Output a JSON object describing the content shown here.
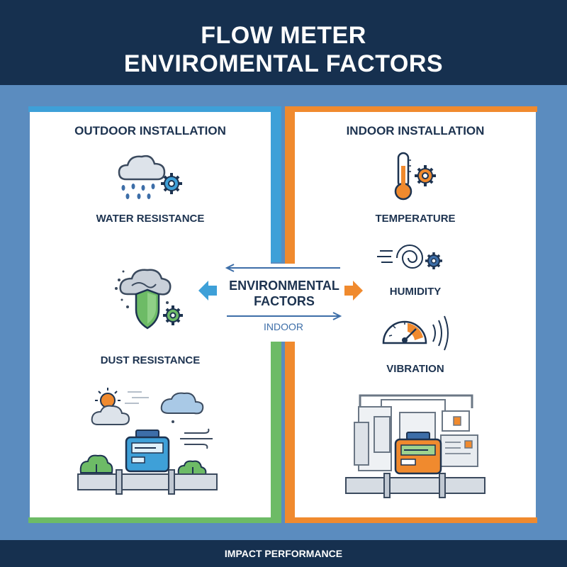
{
  "title_line1": "FLOW METER",
  "title_line2": "ENVIROMENTAL FACTORS",
  "outdoor": {
    "title": "OUTDOOR INSTALLATION",
    "water": "WATER RESISTANCE",
    "dust": "DUST RESISTANCE"
  },
  "indoor": {
    "title": "INDOOR INSTALLATION",
    "temperature": "TEMPERATURE",
    "humidity": "HUMIDITY",
    "vibration": "VIBRATION"
  },
  "center": {
    "line1": "ENVIRONMENTAL",
    "line2": "FACTORS",
    "sub": "INDOOR"
  },
  "footer": "IMPACT PERFORMANCE",
  "colors": {
    "navy": "#16304f",
    "outdoor_accent": "#3ea0d8",
    "outdoor_accent_bottom": "#6dbb66",
    "indoor_accent": "#f08a2e",
    "background": "#5b8cbf"
  }
}
